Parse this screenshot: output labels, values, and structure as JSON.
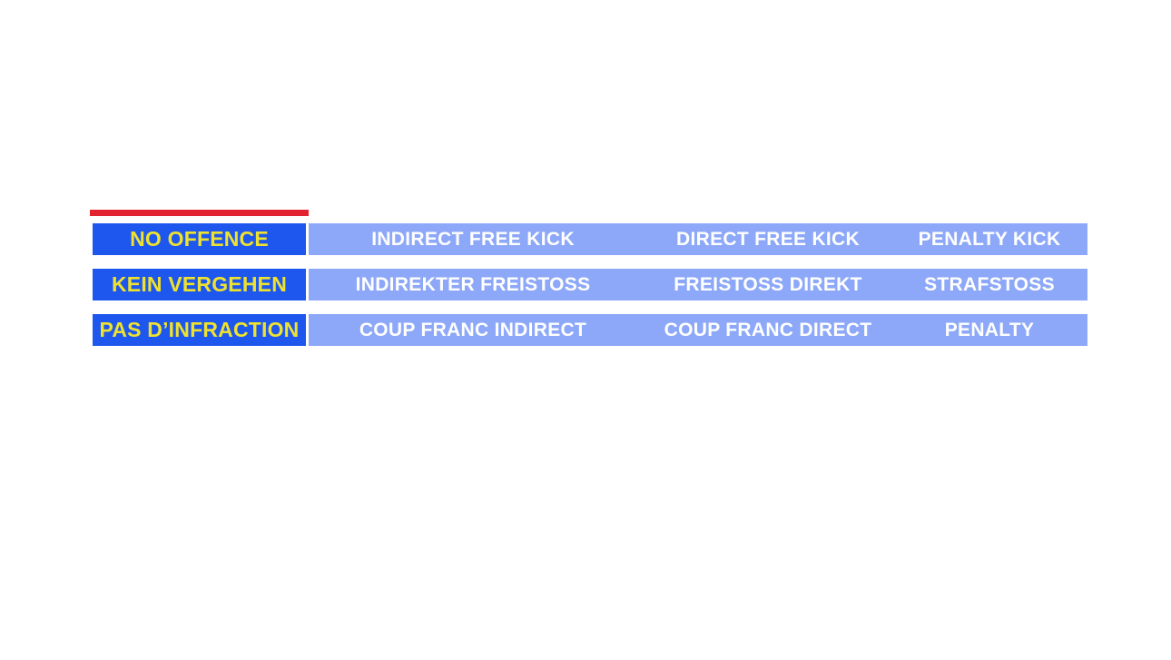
{
  "colors": {
    "red-accent": "#E32230",
    "offence-blue": "#1E57EE",
    "outcome-blue": "#8DA8F8",
    "offence-text": "#EFE22E",
    "outcome-text": "#FFFFFF",
    "slide-bg": "#FFFFFF"
  },
  "table": {
    "rows": [
      {
        "offence": "NO OFFENCE",
        "outcomes": [
          "INDIRECT FREE KICK",
          "DIRECT FREE KICK",
          "PENALTY KICK"
        ]
      },
      {
        "offence": "KEIN VERGEHEN",
        "outcomes": [
          "INDIREKTER FREISTOSS",
          "FREISTOSS DIREKT",
          "STRAFSTOSS"
        ]
      },
      {
        "offence": "PAS D’INFRACTION",
        "outcomes": [
          "COUP FRANC INDIRECT",
          "COUP FRANC DIRECT",
          "PENALTY"
        ]
      }
    ]
  }
}
